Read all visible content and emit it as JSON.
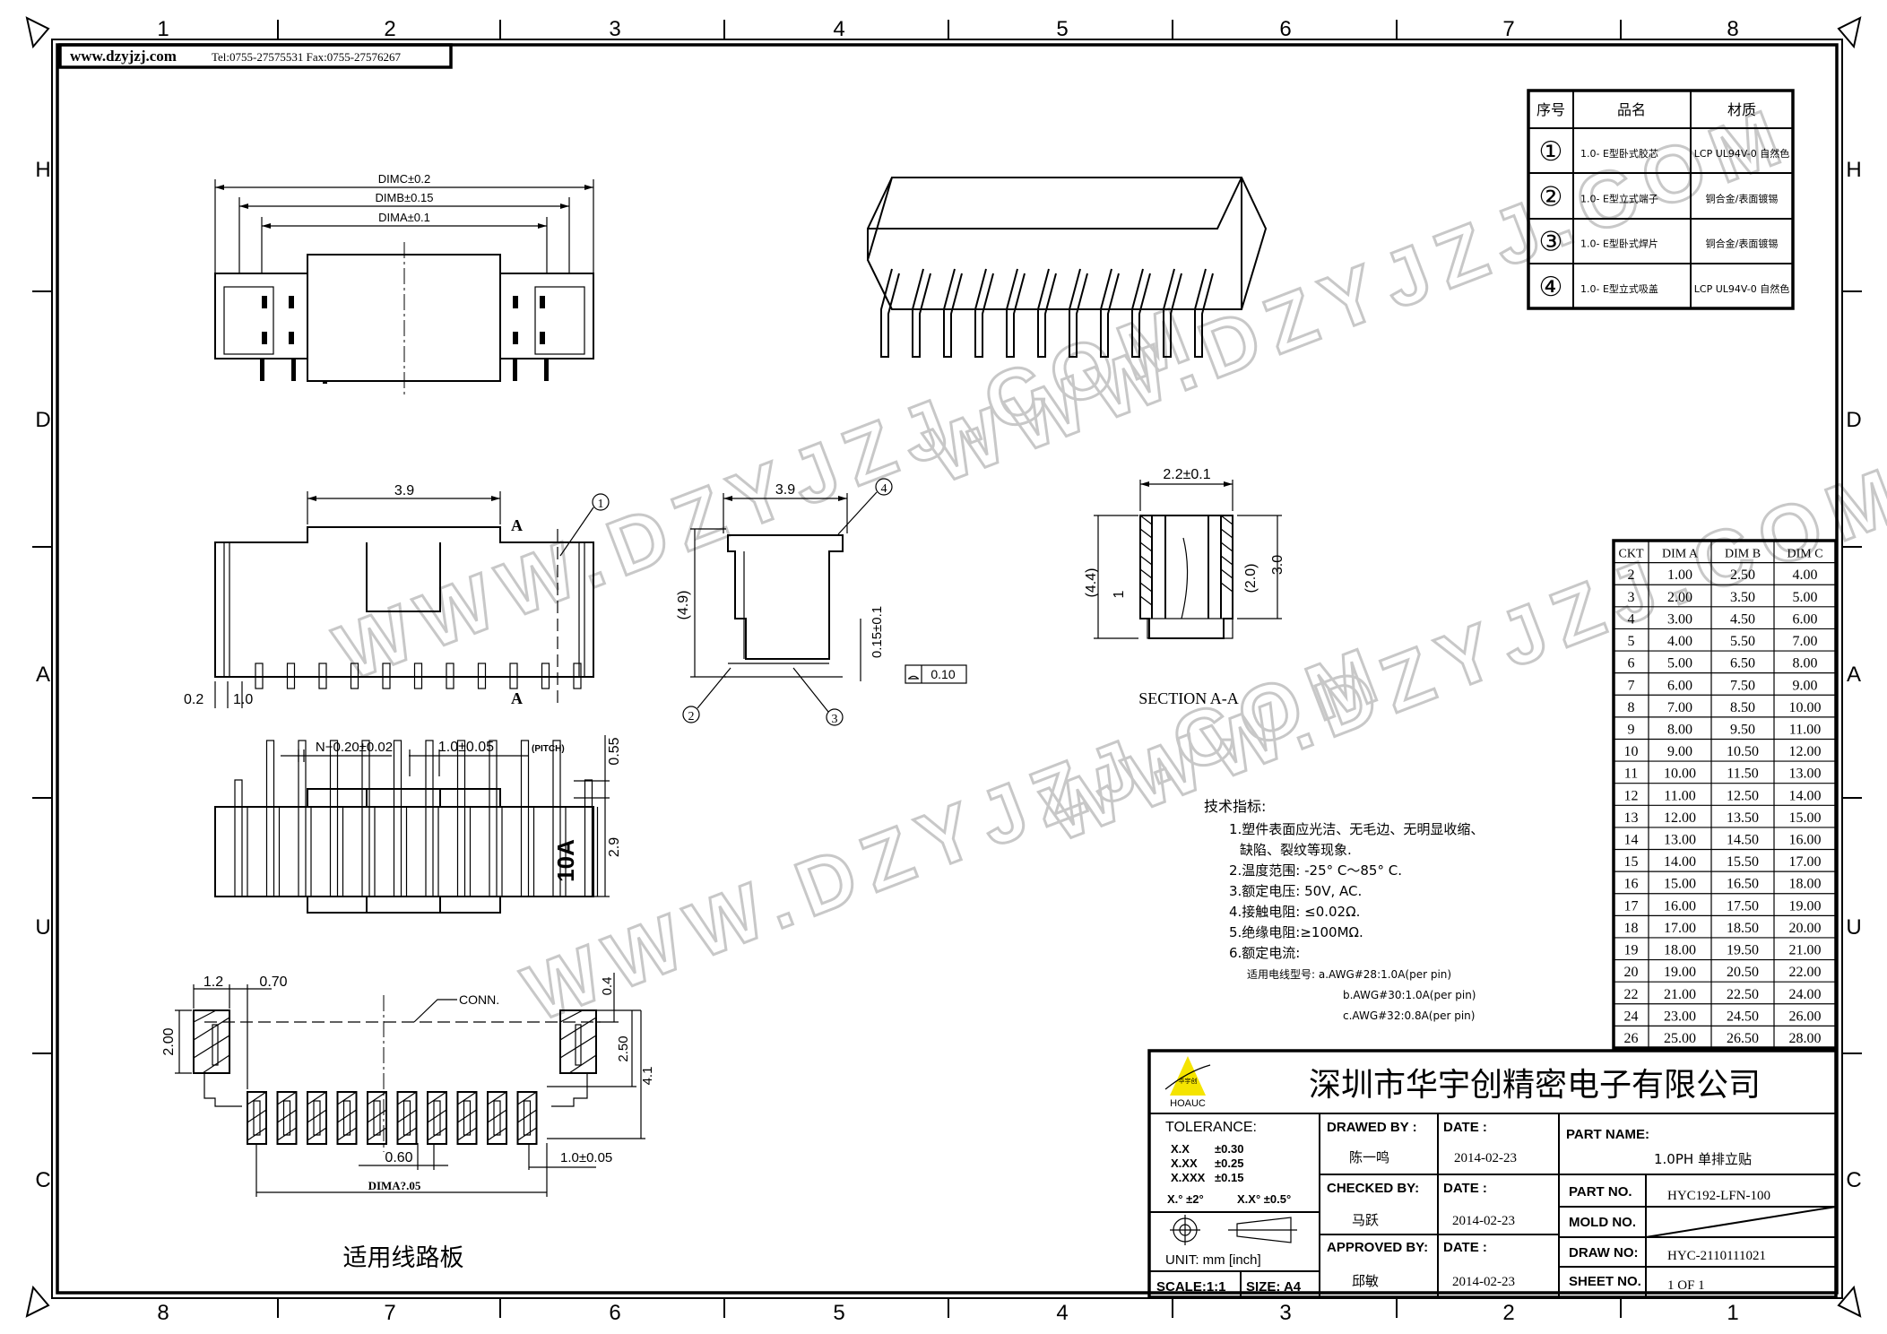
{
  "header": {
    "website": "www.dzyjzj.com",
    "contact": "Tel:0755-27575531  Fax:0755-27576267"
  },
  "zones": {
    "top": [
      "1",
      "2",
      "3",
      "4",
      "5",
      "6",
      "7",
      "8"
    ],
    "bottom": [
      "8",
      "7",
      "6",
      "5",
      "4",
      "3",
      "2",
      "1"
    ],
    "side": [
      "H",
      "D",
      "A",
      "U",
      "C"
    ]
  },
  "watermark": "WWW.DZYJZJ.COM",
  "parts_table": {
    "headers": [
      "序号",
      "品名",
      "材质"
    ],
    "rows": [
      {
        "no": "①",
        "name": "1.0- E型卧式胶芯",
        "material": "LCP UL94V-0 自然色"
      },
      {
        "no": "②",
        "name": "1.0- E型立式端子",
        "material": "铜合金/表面镀锡"
      },
      {
        "no": "③",
        "name": "1.0- E型卧式焊片",
        "material": "铜合金/表面镀锡"
      },
      {
        "no": "④",
        "name": "1.0- E型立式吸盖",
        "material": "LCP UL94V-0 自然色"
      }
    ]
  },
  "dim_table": {
    "headers": [
      "CKT",
      "DIM A",
      "DIM B",
      "DIM C"
    ],
    "rows": [
      [
        "2",
        "1.00",
        "2.50",
        "4.00"
      ],
      [
        "3",
        "2.00",
        "3.50",
        "5.00"
      ],
      [
        "4",
        "3.00",
        "4.50",
        "6.00"
      ],
      [
        "5",
        "4.00",
        "5.50",
        "7.00"
      ],
      [
        "6",
        "5.00",
        "6.50",
        "8.00"
      ],
      [
        "7",
        "6.00",
        "7.50",
        "9.00"
      ],
      [
        "8",
        "7.00",
        "8.50",
        "10.00"
      ],
      [
        "9",
        "8.00",
        "9.50",
        "11.00"
      ],
      [
        "10",
        "9.00",
        "10.50",
        "12.00"
      ],
      [
        "11",
        "10.00",
        "11.50",
        "13.00"
      ],
      [
        "12",
        "11.00",
        "12.50",
        "14.00"
      ],
      [
        "13",
        "12.00",
        "13.50",
        "15.00"
      ],
      [
        "14",
        "13.00",
        "14.50",
        "16.00"
      ],
      [
        "15",
        "14.00",
        "15.50",
        "17.00"
      ],
      [
        "16",
        "15.00",
        "16.50",
        "18.00"
      ],
      [
        "17",
        "16.00",
        "17.50",
        "19.00"
      ],
      [
        "18",
        "17.00",
        "18.50",
        "20.00"
      ],
      [
        "19",
        "18.00",
        "19.50",
        "21.00"
      ],
      [
        "20",
        "19.00",
        "20.50",
        "22.00"
      ],
      [
        "22",
        "21.00",
        "22.50",
        "24.00"
      ],
      [
        "24",
        "23.00",
        "24.50",
        "26.00"
      ],
      [
        "26",
        "25.00",
        "26.50",
        "28.00"
      ]
    ]
  },
  "dims": {
    "dimc": "DIMC±0.2",
    "dimb": "DIMB±0.15",
    "dima": "DIMA±0.1",
    "front_width": "3.9",
    "section_mark": "A",
    "d02": "0.2",
    "d10": "1.0",
    "side_width": "3.9",
    "side_height": "(4.9)",
    "side_coplanar": "0.15±0.1",
    "flatness": "0.10",
    "sec_width": "2.2±0.1",
    "sec_h1": "(4.4)",
    "sec_h2": "1",
    "sec_h3": "(2.0)",
    "sec_h4": "3.0",
    "section_label": "SECTION A-A",
    "pin_width": "N−0.20±0.02",
    "pitch": "1.0±0.05",
    "pitch_note": "(PITCH)",
    "d055": "0.55",
    "d29": "2.9",
    "marking": "10A",
    "pad_w": "1.2",
    "pad_gap": "0.70",
    "conn": "CONN.",
    "d04": "0.4",
    "pad_h": "2.00",
    "d250": "2.50",
    "d41": "4.1",
    "pad_sig_w": "0.60",
    "pad_pitch": "1.0±0.05",
    "pad_span": "DIMA?.05",
    "pcb_label": "适用线路板"
  },
  "balloons": [
    "1",
    "2",
    "3",
    "4"
  ],
  "tech": {
    "title": "技术指标:",
    "lines": [
      "1.塑件表面应光洁、无毛边、无明显收缩、",
      "缺陷、裂纹等现象.",
      "2.温度范围: -25° C～85° C.",
      "3.额定电压: 50V, AC.",
      "4.接触电阻: ≤0.02Ω.",
      "5.绝缘电阻:≥100MΩ.",
      "6.额定电流:",
      "适用电线型号: a.AWG#28:1.0A(per pin)",
      "b.AWG#30:1.0A(per pin)",
      "c.AWG#32:0.8A(per pin)"
    ]
  },
  "title_block": {
    "company": "深圳市华宇创精密电子有限公司",
    "logo_text": "HOAUC",
    "logo_cn": "华宇创",
    "tolerance_label": "TOLERANCE:",
    "tolerances": [
      [
        "X.X",
        "±0.30"
      ],
      [
        "X.XX",
        "±0.25"
      ],
      [
        "X.XXX",
        "±0.15"
      ]
    ],
    "angle_tol": [
      "X.° ±2°",
      "X.X° ±0.5°"
    ],
    "unit": "UNIT:  mm  [inch]",
    "scale": "SCALE:1:1",
    "size": "SIZE:  A4",
    "drawed_label": "DRAWED  BY :",
    "drawed_by": "陈一鸣",
    "checked_label": "CHECKED  BY:",
    "checked_by": "马跃",
    "approved_label": "APPROVED  BY:",
    "approved_by": "邱敏",
    "date_label": "DATE  :",
    "dates": [
      "2014-02-23",
      "2014-02-23",
      "2014-02-23"
    ],
    "part_name_label": "PART  NAME:",
    "part_name": "1.0PH 单排立贴",
    "part_no_label": "PART  NO.",
    "part_no": "HYC192-LFN-100",
    "mold_no_label": "MOLD  NO.",
    "draw_no_label": "DRAW  NO:",
    "draw_no": "HYC-2110111021",
    "sheet_no_label": "SHEET  NO.",
    "sheet_no": "1  OF  1",
    "logo_color": "#f5e400"
  }
}
